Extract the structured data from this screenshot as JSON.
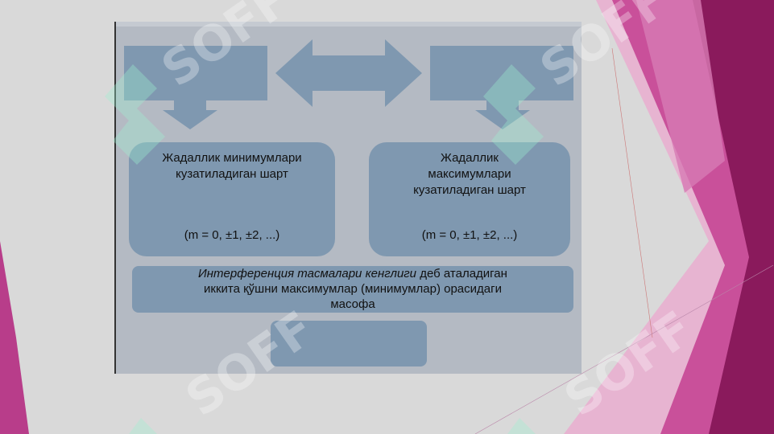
{
  "slide": {
    "card_left": {
      "heading": "Жадаллик минимумлари\nкузатиладиган шарт",
      "formula": "(m = 0, ±1, ±2, ...)"
    },
    "card_right": {
      "heading": "Жадаллик\nмаксимумлари\nкузатиладиган шарт",
      "formula": "(m = 0, ±1, ±2, ...)"
    },
    "definition": {
      "term": "Интерференция тасмалари кенглиги",
      "rest_line1": " деб аталадиган",
      "line2": "иккита қўшни максимумлар (минимумлар) орасидаги",
      "line3": "масофа"
    }
  },
  "watermark": "SOFF",
  "colors": {
    "box": "#7f98b0",
    "slide_bg": "#b4bac3",
    "magenta_dark": "#8a1a5c",
    "magenta_mid": "#b83d8a",
    "magenta_light": "#d77bb4"
  }
}
